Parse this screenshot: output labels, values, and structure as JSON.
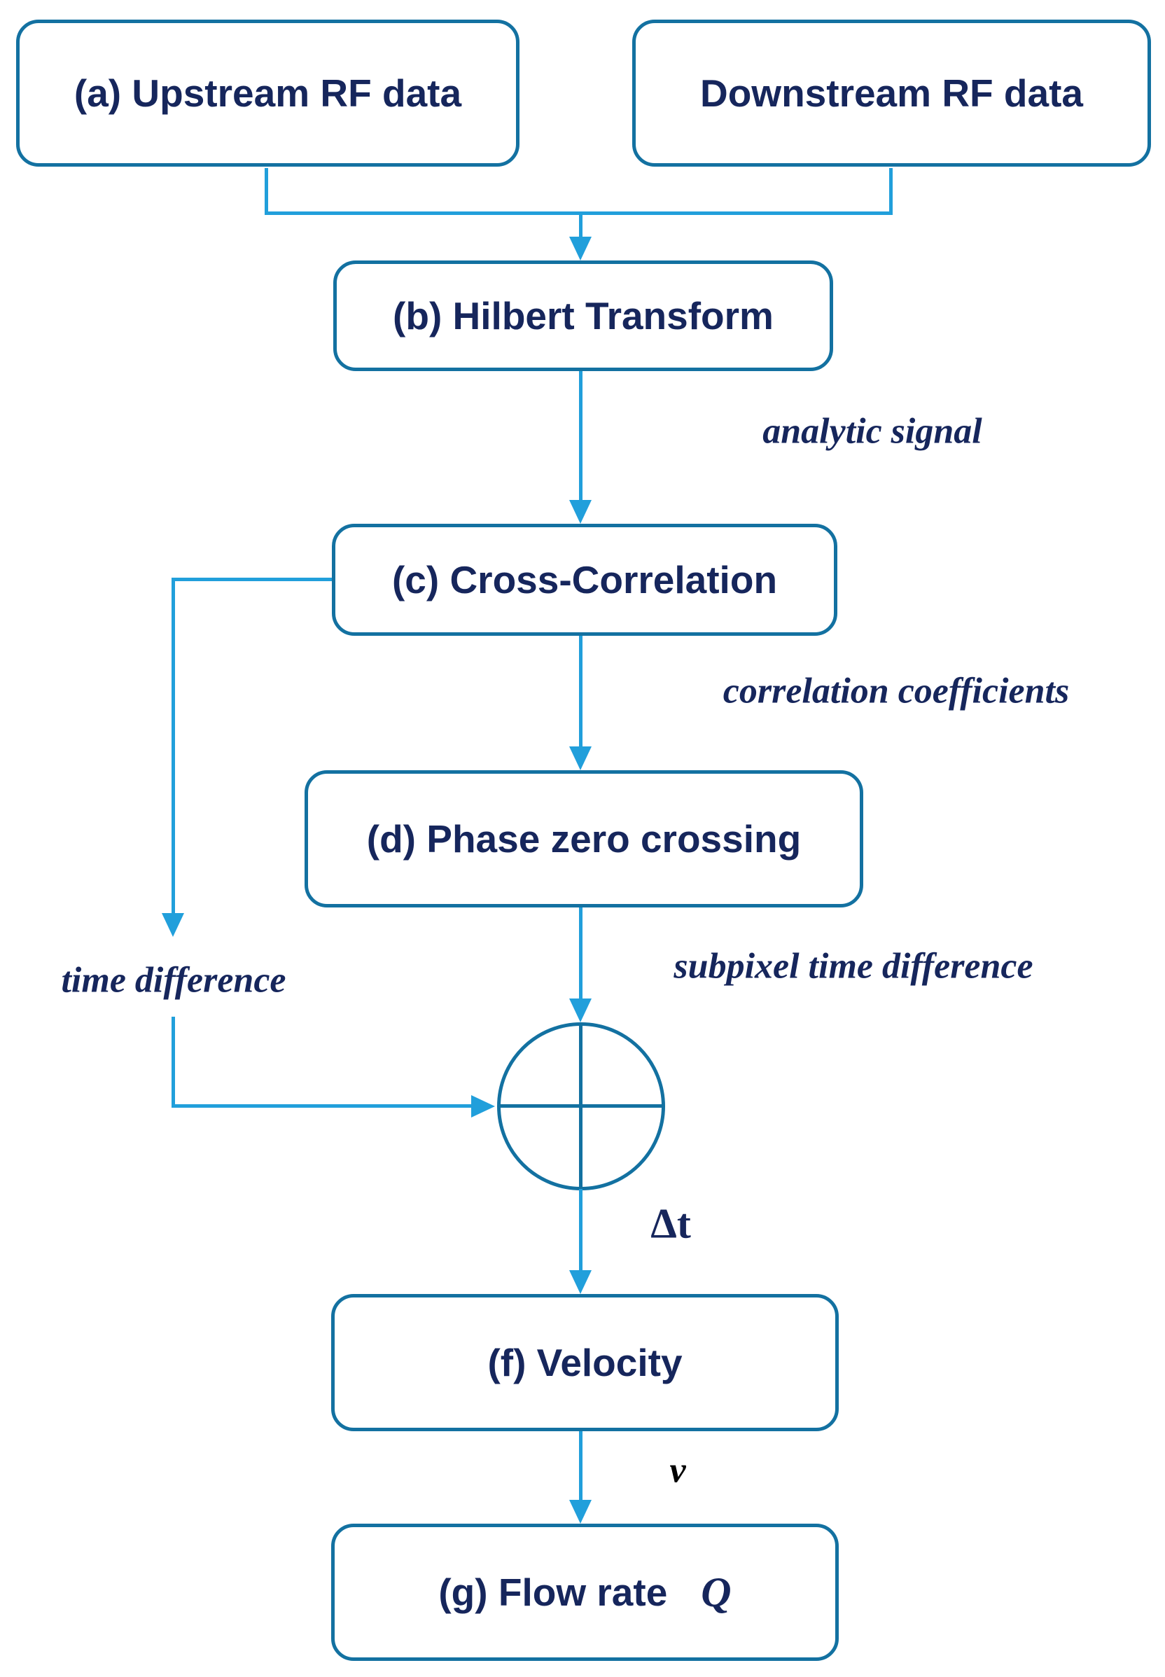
{
  "nodes": {
    "upstream": "(a) Upstream RF data",
    "downstream": "Downstream RF data",
    "hilbert": "(b) Hilbert Transform",
    "cross_correlation": "(c) Cross-Correlation",
    "phase_zero_crossing": "(d) Phase zero crossing",
    "velocity": "(f) Velocity",
    "flow_rate": "(g) Flow rate",
    "flow_rate_symbol": "Q"
  },
  "edge_labels": {
    "analytic_signal": "analytic signal",
    "correlation_coefficients": "correlation coefficients",
    "time_difference": "time difference",
    "subpixel_time_difference": "subpixel time difference",
    "delta_t": "Δt",
    "velocity_symbol": "v"
  },
  "colors": {
    "box_border": "#1371A1",
    "connector": "#219FDB",
    "text": "#16265C",
    "velocity_symbol_color": "#000000"
  }
}
